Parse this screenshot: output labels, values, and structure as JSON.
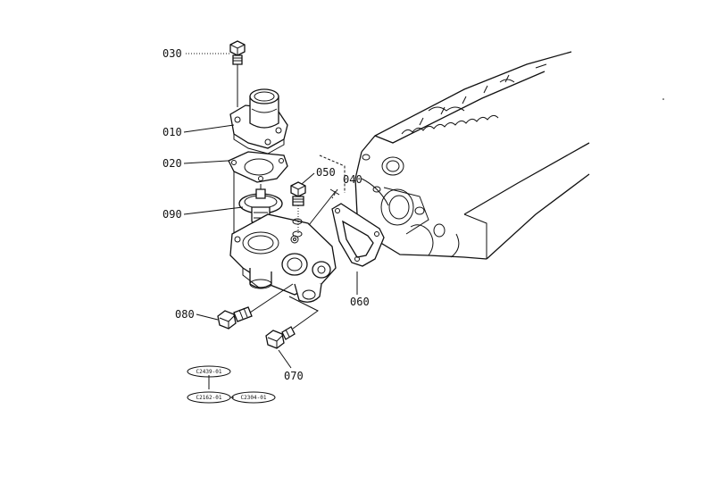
{
  "callouts": {
    "p010": "010",
    "p020": "020",
    "p030": "030",
    "p040": "040",
    "p050": "050",
    "p060": "060",
    "p070": "070",
    "p080": "080",
    "p090": "090"
  },
  "refs": {
    "r1": "C2439-01",
    "r2": "C2162-01",
    "r3": "C2304-01"
  }
}
